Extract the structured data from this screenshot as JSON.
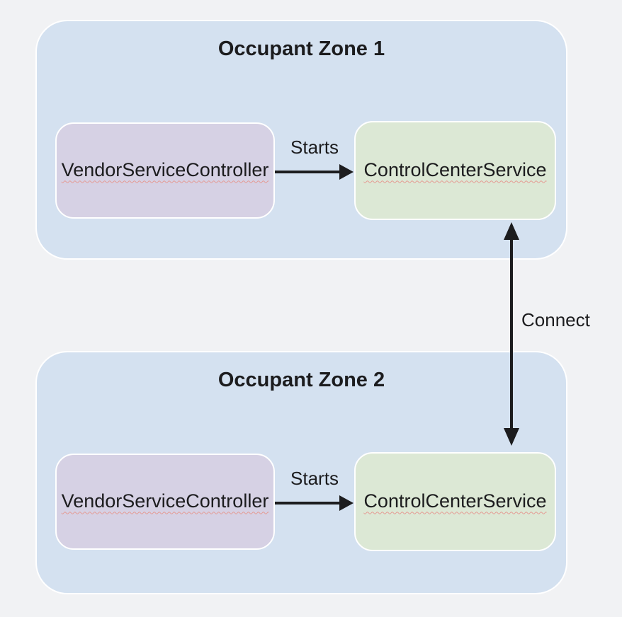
{
  "colors": {
    "background": "#f1f2f4",
    "zone_fill": "#d4e1f0",
    "zone_border": "#ffffff",
    "controller_fill": "#d6d1e4",
    "service_fill": "#dce8d5",
    "node_border": "#ffffff",
    "ink": "#1c1c1e",
    "spellcheck_squiggle": "#e59a93"
  },
  "zones": [
    {
      "title": "Occupant Zone 1",
      "controller_label": "VendorServiceController",
      "starts_label": "Starts",
      "service_label": "ControlCenterService"
    },
    {
      "title": "Occupant Zone 2",
      "controller_label": "VendorServiceController",
      "starts_label": "Starts",
      "service_label": "ControlCenterService"
    }
  ],
  "connect_label": "Connect"
}
